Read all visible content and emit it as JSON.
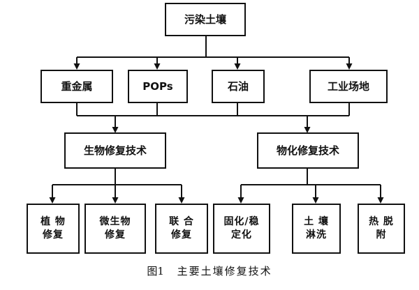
{
  "root": {
    "label": "污染土壤"
  },
  "pollutants": [
    {
      "label": "重金属"
    },
    {
      "label": "POPs"
    },
    {
      "label": "石油"
    },
    {
      "label": "工业场地"
    }
  ],
  "categories": [
    {
      "label": "生物修复技术",
      "methods": [
        {
          "label": "植 物\n修复"
        },
        {
          "label": "微生物\n修复"
        },
        {
          "label": "联 合\n修复"
        }
      ]
    },
    {
      "label": "物化修复技术",
      "methods": [
        {
          "label": "固化/稳\n定化"
        },
        {
          "label": "土 壤\n淋洗"
        },
        {
          "label": "热 脱\n附"
        }
      ]
    }
  ],
  "caption": {
    "figure": "图1",
    "title": "主要土壤修复技术"
  }
}
